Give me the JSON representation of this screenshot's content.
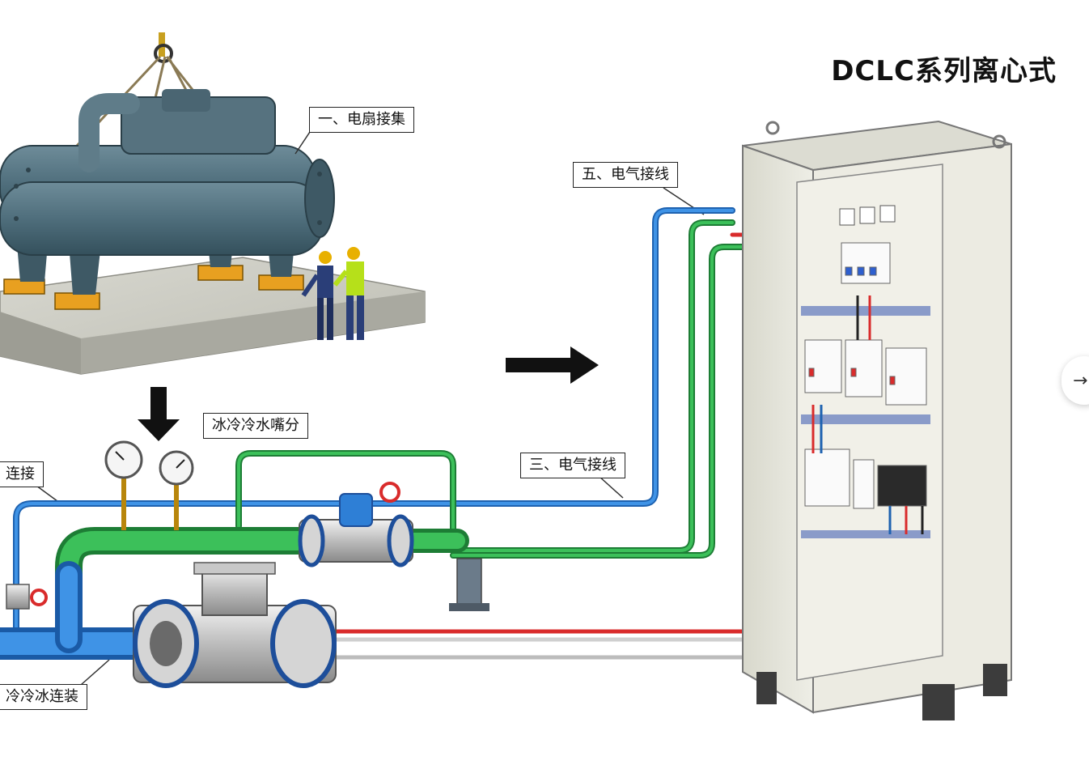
{
  "title": "DCLC系列离心式",
  "labels": {
    "l1": "一、电扇接集",
    "l2": "五、电气接线",
    "l3": "冰冷冷水嘴分",
    "l4": "连接",
    "l5": "三、电气接线",
    "l6": "冷冷冰连装"
  },
  "colors": {
    "chiller_body": "#4f6e7c",
    "pipe_green": "#2fa84a",
    "pipe_blue": "#2e7fd6",
    "wire_red": "#d92b2b",
    "cabinet": "#e6e6dc",
    "concrete": "#bdbdb5"
  },
  "nav": {
    "next_icon": "arrow-right-icon",
    "next_glyph": "→"
  }
}
